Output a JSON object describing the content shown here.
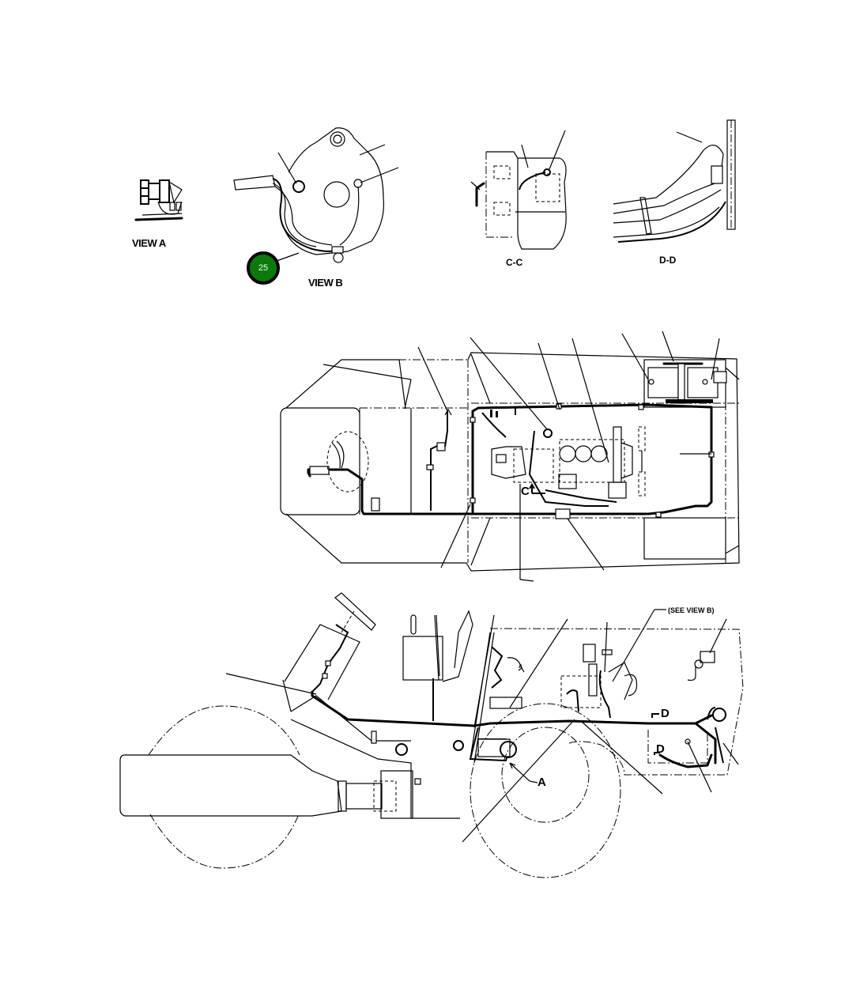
{
  "diagram": {
    "type": "parts-illustration",
    "subject": "wiring harness routing",
    "background_color": "#ffffff",
    "line_color": "#000000"
  },
  "views": {
    "view_a": {
      "label": "VIEW A"
    },
    "view_b": {
      "label": "VIEW B"
    },
    "section_c": {
      "label": "C-C"
    },
    "section_d": {
      "label": "D-D"
    }
  },
  "callouts": {
    "hotspot": {
      "number": "25",
      "color": "#0b7a0b",
      "border_color": "#000000"
    },
    "top_view": {
      "section_marker": "C"
    },
    "side_view": {
      "detail_a": "A",
      "section_d_upper": "D",
      "section_d_lower": "D",
      "see_view_note": "(SEE VIEW B)"
    }
  }
}
